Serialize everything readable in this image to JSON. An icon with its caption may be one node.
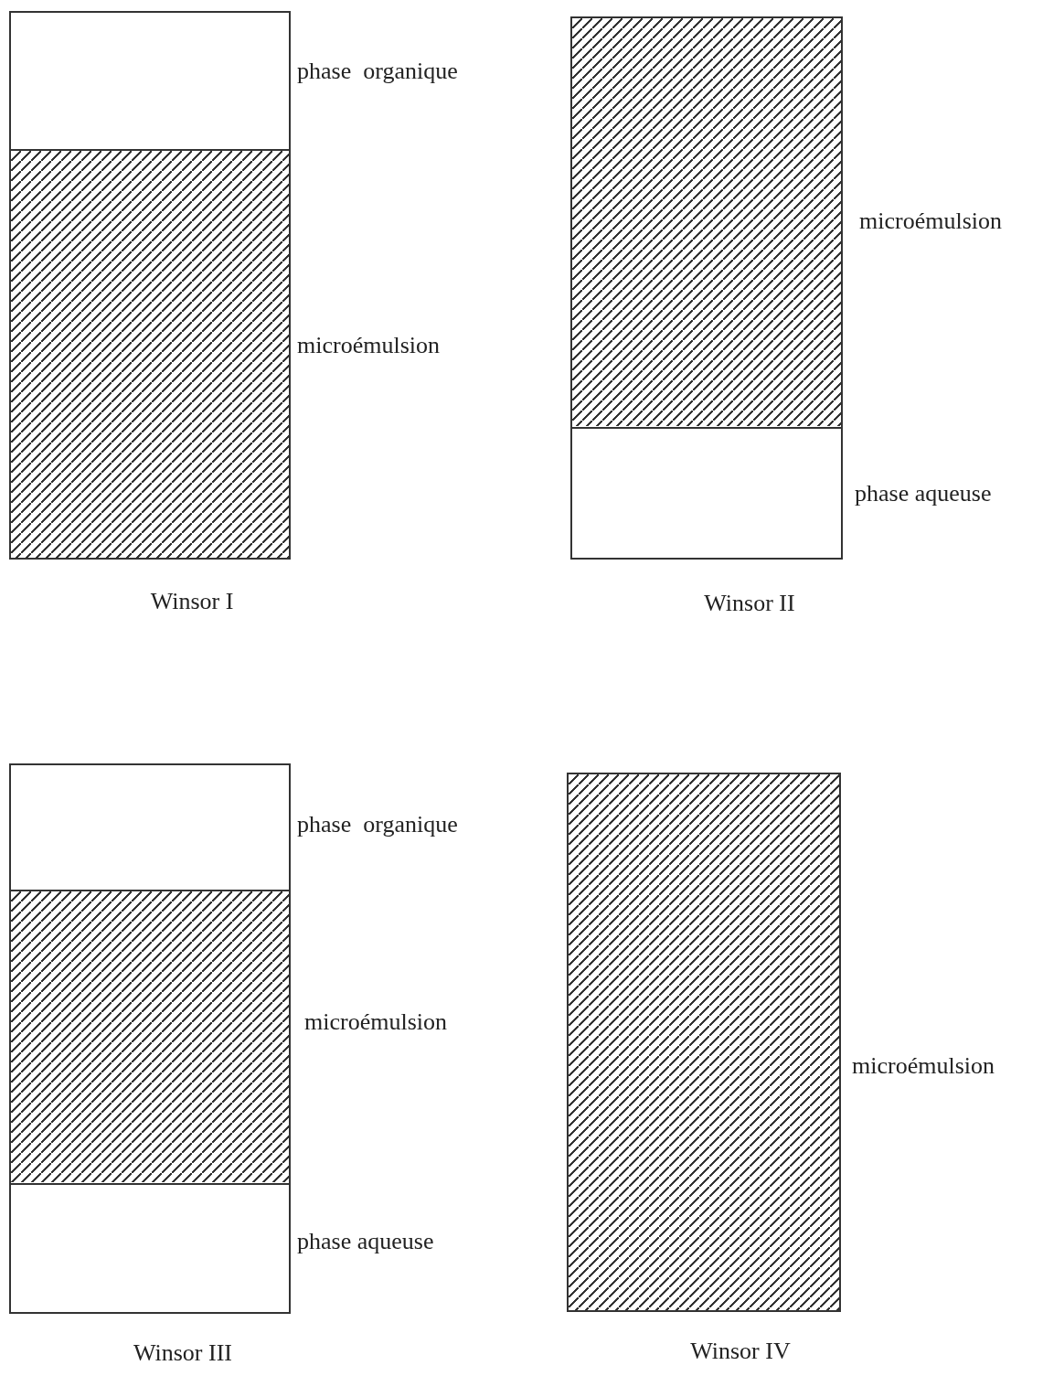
{
  "diagram": {
    "nodes": [
      {
        "text": [
          "Winsor I"
        ]
      },
      {
        "text": [
          "phase  organique"
        ]
      },
      {
        "text": [
          "microémulsion"
        ],
        "in": 0
      },
      {
        "text": [
          "Winsor II"
        ]
      },
      {
        "text": [
          "microémulsion"
        ],
        "in": 3
      },
      {
        "text": [
          "phase aqueuse"
        ],
        "in": 3
      },
      {
        "text": [
          "Winsor III"
        ]
      },
      {
        "text": [
          "phase  organique"
        ]
      },
      {
        "text": [
          "microémulsion"
        ],
        "in": 6
      },
      {
        "text": [
          "phase aqueuse"
        ],
        "in": 6
      },
      {
        "text": [
          "Winsor IV"
        ]
      },
      {
        "text": [
          "microémulsion"
        ],
        "in": 10
      }
    ]
  }
}
